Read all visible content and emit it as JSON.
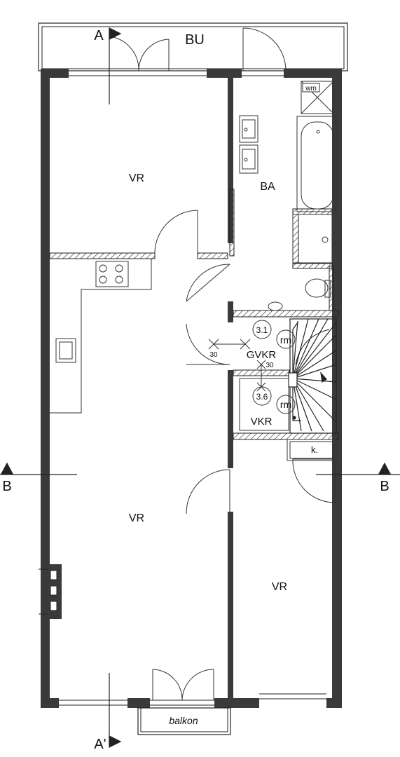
{
  "rooms": {
    "balcony_top": "BU",
    "room_top_left": "VR",
    "bathroom": "BA",
    "living_room": "VR",
    "room_right": "VR",
    "meter_cupboard": "GVKR",
    "stair_cupboard": "VKR",
    "closet": "k.",
    "balcony_bottom": "balkon"
  },
  "markers": {
    "meter_1": "3.1",
    "meter_2": "3.6",
    "rm_1": "rm",
    "rm_2": "rm",
    "wm": "wm",
    "fire_rating_1": "30",
    "fire_rating_2": "30"
  },
  "section_lines": {
    "a_top": "A",
    "a_bottom": "A'",
    "b_left": "B",
    "b_right": "B"
  }
}
